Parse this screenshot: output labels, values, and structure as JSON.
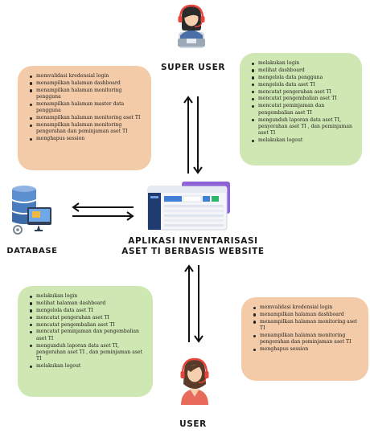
{
  "super_user": {
    "title": "SUPER USER",
    "system_responses": [
      "memvalidasi kredensial login",
      "menampilkan halaman dashboard",
      "menampilkan halaman monitoring pengguna",
      "menampilkan halaman master data pengguna",
      "menampilkan halaman monitoring aset TI",
      "menampilkan halaman monitoring pengerahan dan peminjaman aset TI",
      "menghapus session"
    ],
    "actions": [
      "melakukan login",
      "melihat dashboard",
      "mengelola data pengguna",
      "mengelola data aset TI",
      "mencatat pengerahan aset TI",
      "mencatat pengembalian aset TI",
      "mencatat peminjaman dan pengembalian aset TI",
      "mengunduh laporan data aset TI, penyerahan aset TI , dan peminjaman aset TI",
      "melakukan logout"
    ]
  },
  "user": {
    "title": "USER",
    "actions": [
      "melakukan login",
      "melihat halaman dashboard",
      "mengelola data aset TI",
      "mencatat pengerahan aset TI",
      "mencatat pengembalian aset TI",
      "mencatat peminjaman dan pengembalian aset TI",
      "mengunduh laporan data aset TI, pengerahan aset TI , dan peminjaman aset TI",
      "melakukan logout"
    ],
    "system_responses": [
      "memvalidasi kredensial login",
      "menampilkan halaman dashboard",
      "menampilkan halaman monitoring aset TI",
      "menampilkan halaman monitoring pengerahan dan peminjaman aset TI",
      "menghapus session"
    ]
  },
  "application": {
    "title_line1": "APLIKASI INVENTARISASI",
    "title_line2": "ASET TI BERBASIS WEBSITE"
  },
  "database": {
    "title": "DATABASE"
  },
  "colors": {
    "system_box": "#f3cba8",
    "actor_box": "#cfe7b2",
    "headset": "#e8453c",
    "screen_accent": "#3f7fd6",
    "db_blue": "#5b8fd0"
  }
}
